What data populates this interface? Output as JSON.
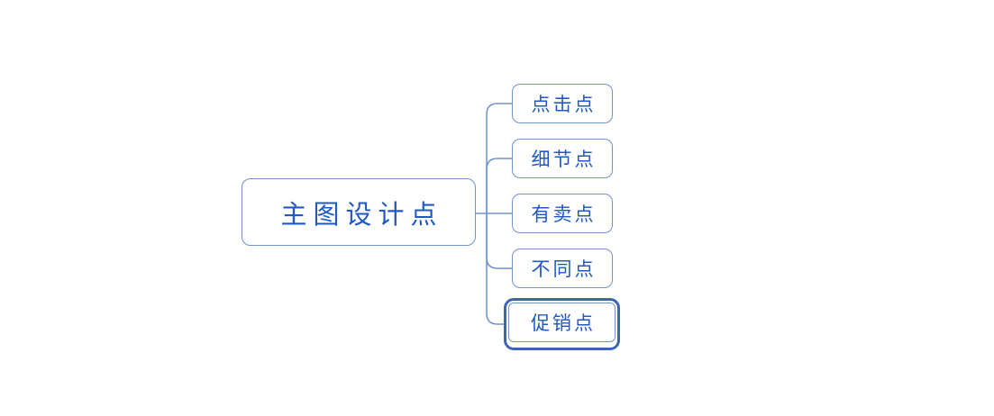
{
  "diagram": {
    "type": "mindmap",
    "root": {
      "label": "主图设计点"
    },
    "children": [
      {
        "label": "点击点",
        "selected": false
      },
      {
        "label": "细节点",
        "selected": false
      },
      {
        "label": "有卖点",
        "selected": false
      },
      {
        "label": "不同点",
        "selected": false
      },
      {
        "label": "促销点",
        "selected": true
      }
    ],
    "colors": {
      "background": "#FFFFFF",
      "node_border": "#7191CD",
      "node_text": "#2059C2",
      "connector": "#6F92CC",
      "selection_border": "#3C66B0"
    }
  }
}
